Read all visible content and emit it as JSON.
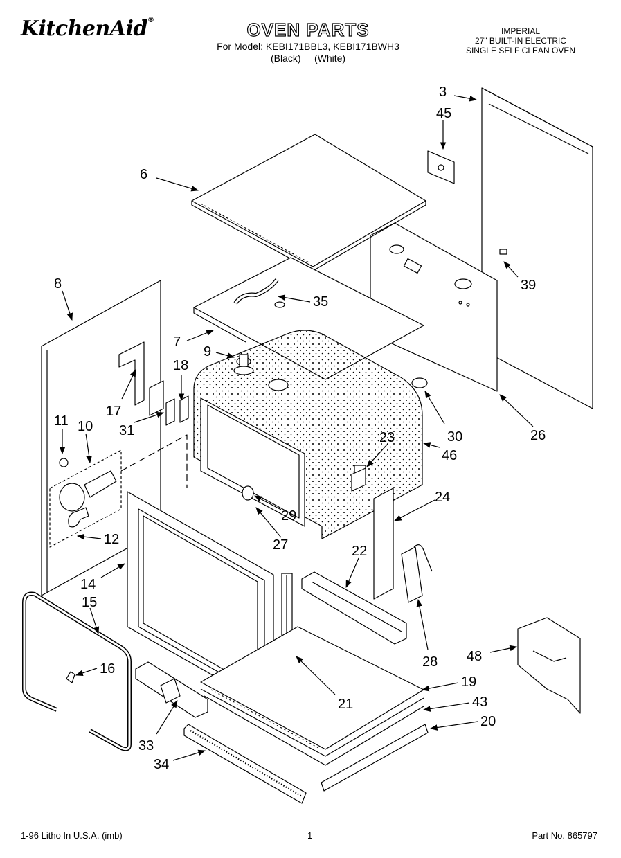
{
  "header": {
    "brand": "KitchenAid",
    "brand_mark": "®",
    "title": "OVEN PARTS",
    "model_line": "For Model: KEBI171BBL3, KEBI171BWH3",
    "color_line": "(Black)     (White)",
    "spec_lines": [
      "IMPERIAL",
      "27\" BUILT-IN ELECTRIC",
      "SINGLE SELF CLEAN OVEN"
    ]
  },
  "callouts": [
    "3",
    "45",
    "6",
    "39",
    "35",
    "8",
    "7",
    "9",
    "18",
    "17",
    "31",
    "11",
    "10",
    "30",
    "26",
    "23",
    "46",
    "24",
    "29",
    "12",
    "27",
    "22",
    "14",
    "15",
    "28",
    "16",
    "48",
    "19",
    "21",
    "43",
    "20",
    "33",
    "34"
  ],
  "footer": {
    "print_info": "1-96 Litho In U.S.A. (imb)",
    "page_number": "1",
    "part_number": "Part No. 865797"
  }
}
